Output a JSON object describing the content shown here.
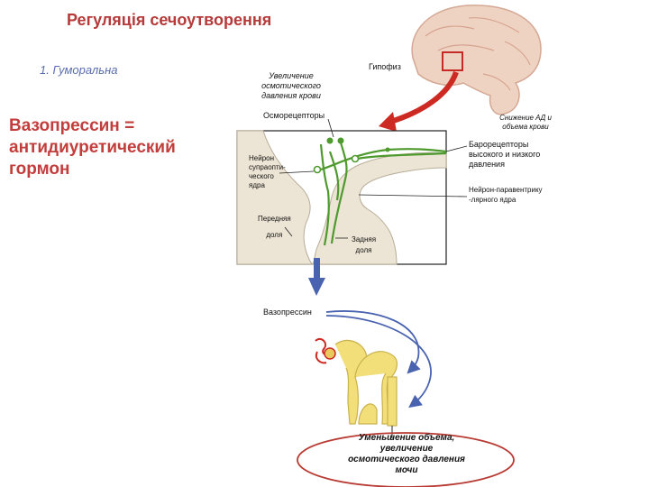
{
  "title": "Регуляція сечоутворення",
  "subtitle": "1. Гуморальна",
  "heading": {
    "line1": "Вазопрессин =",
    "line2": "антидиуретический",
    "line3": "гормон"
  },
  "labels": {
    "increase_osmotic": [
      "Увеличение",
      "осмотического",
      "давления крови"
    ],
    "osmoreceptors": "Осморецепторы",
    "hypophysis": "Гипофиз",
    "bp_decrease": [
      "Снижение АД и",
      "объема крови"
    ],
    "baroreceptors": [
      "Барорецепторы",
      "высокого и низкого",
      "давления"
    ],
    "supraoptic_neuron": [
      "Нейрон",
      "супраопти-",
      "ческого",
      "ядра"
    ],
    "paraventricular_neuron": [
      "Нейрон-паравентрику",
      "-лярного ядра"
    ],
    "anterior_lobe": [
      "Передняя",
      "доля"
    ],
    "posterior_lobe": [
      "Задняя",
      "доля"
    ],
    "vasopressin": "Вазопрессин",
    "outcome": [
      "Уменьшение объема,",
      "увеличение",
      "осмотического давления",
      "мочи"
    ]
  },
  "colors": {
    "title": "#b53a39",
    "subtitle": "#5a6fae",
    "heading": "#c23e3c",
    "neuron_green": "#4e9a2e",
    "red_arrow": "#cc2a22",
    "blue_arrow": "#4a63b0",
    "pituitary_fill": "#ece4d4",
    "nephron_yellow": "#f2df7a",
    "ellipse_stroke": "#b83a33"
  }
}
